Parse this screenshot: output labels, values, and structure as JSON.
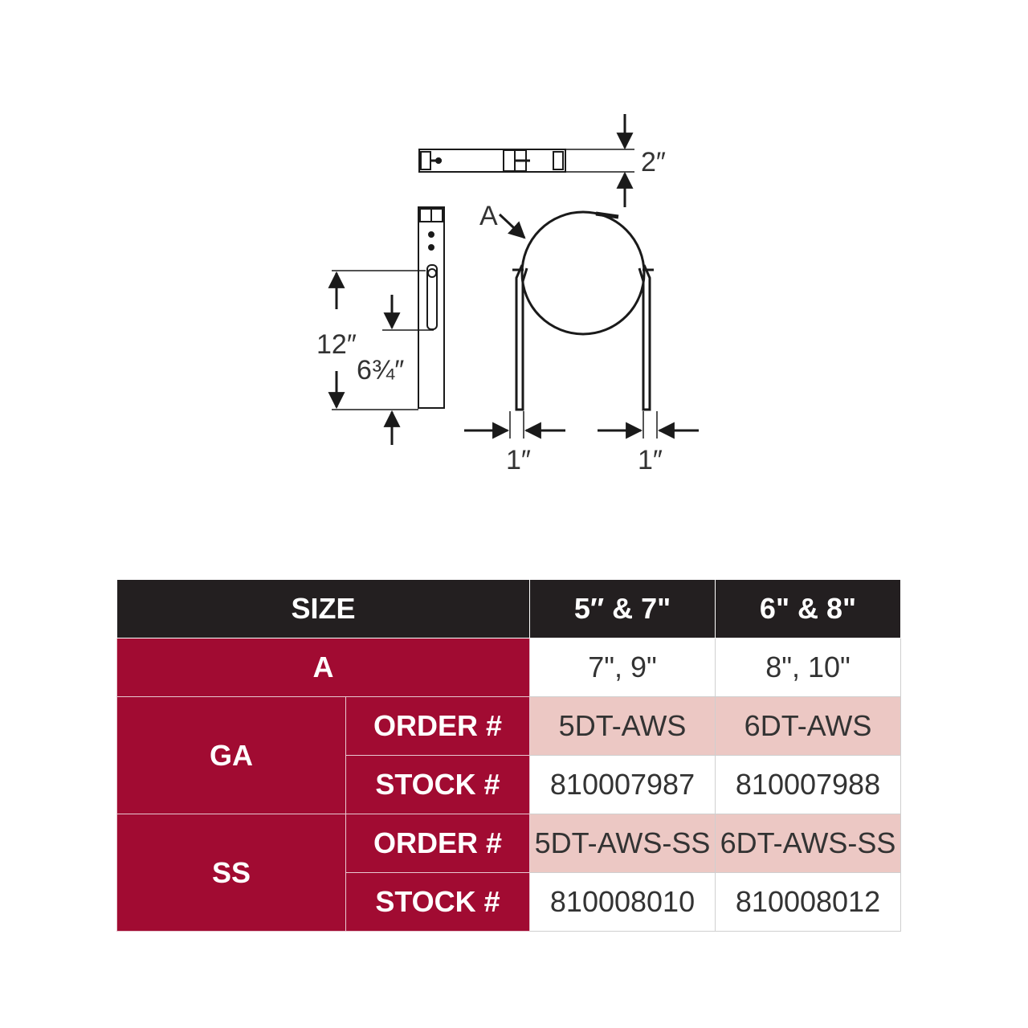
{
  "diagram": {
    "labels": {
      "a": "A",
      "height_2": "2″",
      "height_12": "12″",
      "slot_6_3_4": "6¾″",
      "width_left": "1″",
      "width_right": "1″"
    },
    "line_color": "#1a1a1a"
  },
  "table": {
    "header": {
      "size": "SIZE",
      "col1": "5″ & 7\"",
      "col2": "6\" & 8\""
    },
    "row_a": {
      "label": "A",
      "col1": "7\", 9\"",
      "col2": "8\", 10\""
    },
    "ga": {
      "label": "GA",
      "order_label": "ORDER #",
      "order_col1": "5DT-AWS",
      "order_col2": "6DT-AWS",
      "stock_label": "STOCK #",
      "stock_col1": "810007987",
      "stock_col2": "810007988"
    },
    "ss": {
      "label": "SS",
      "order_label": "ORDER #",
      "order_col1": "5DT-AWS-SS",
      "order_col2": "6DT-AWS-SS",
      "stock_label": "STOCK #",
      "stock_col1": "810008010",
      "stock_col2": "810008012"
    },
    "colors": {
      "header": "#231f20",
      "label_bg": "#a10b32",
      "order_bg": "#ecc8c4"
    }
  }
}
